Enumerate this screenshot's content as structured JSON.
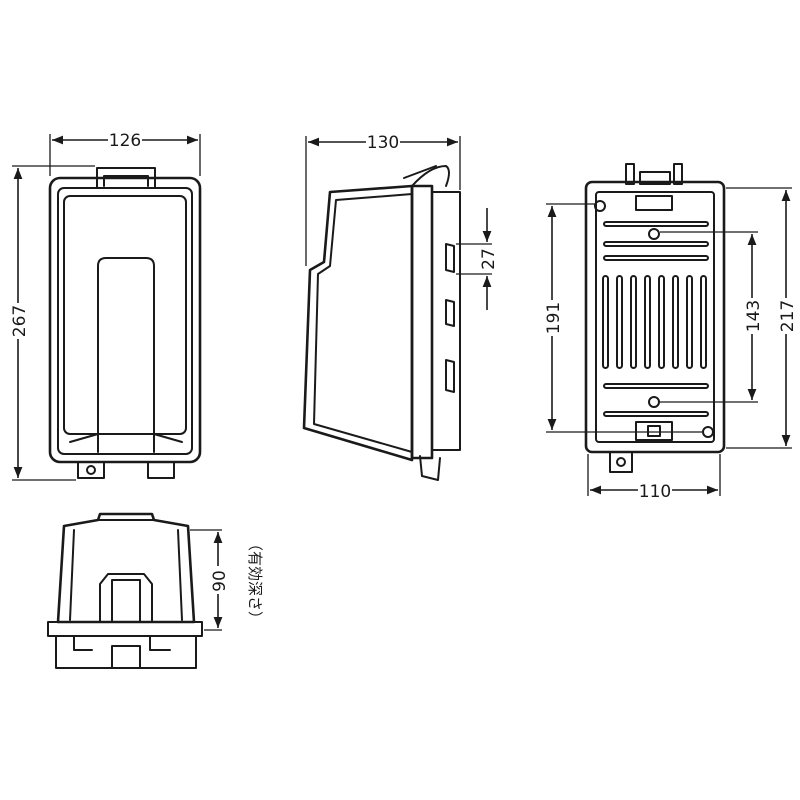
{
  "dimensions": {
    "front_width": "126",
    "front_height": "267",
    "side_depth": "130",
    "side_slot": "27",
    "back_hole_vertical": "191",
    "back_inner_vertical": "143",
    "back_height": "217",
    "back_width": "110",
    "bottom_depth": "90",
    "bottom_depth_note": "（有効深さ）"
  },
  "colors": {
    "line": "#1a1a1a",
    "fill": "#e9e9e9",
    "background": "#ffffff"
  }
}
